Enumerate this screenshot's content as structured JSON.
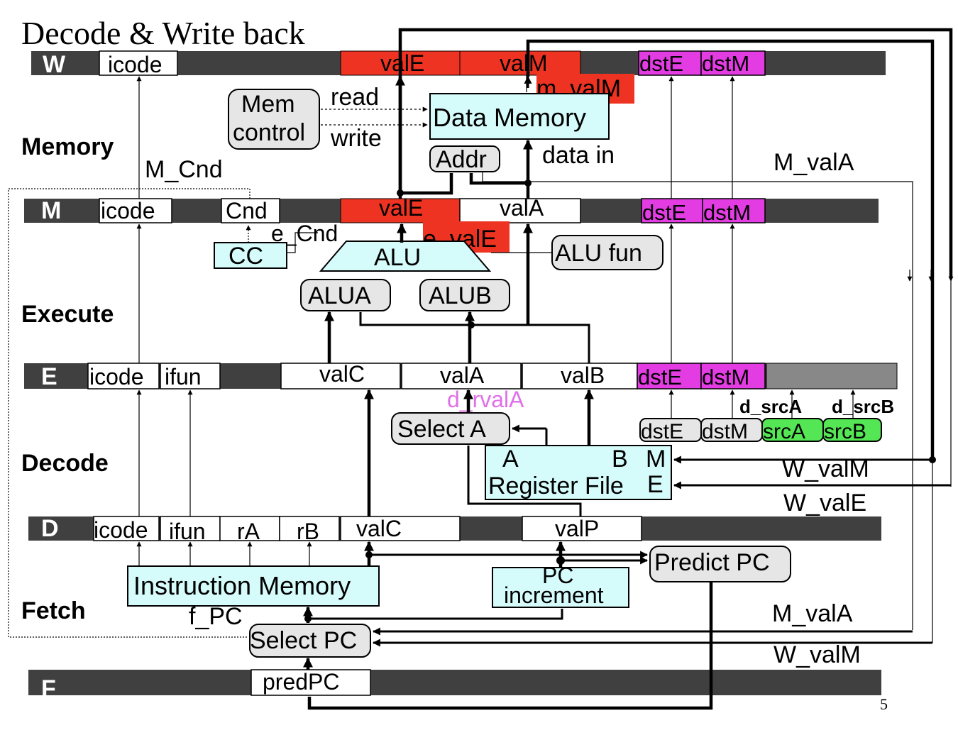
{
  "title": "Decode & Write back",
  "page_number": "5",
  "colors": {
    "bar": "#404040",
    "red": "#ee3322",
    "magenta": "#e23ce2",
    "cyan": "#d6fbfb",
    "gray_pill": "#e6e6e6",
    "green": "#55e655",
    "pink_text": "#e070e8"
  },
  "stages": {
    "memory": "Memory",
    "execute": "Execute",
    "decode": "Decode",
    "fetch": "Fetch"
  },
  "registers": {
    "W": {
      "name": "W",
      "icode": "icode",
      "valE": "valE",
      "valM": "valM",
      "dstE": "dstE",
      "dstM": "dstM"
    },
    "M": {
      "name": "M",
      "icode": "icode",
      "Cnd": "Cnd",
      "valE": "valE",
      "valA": "valA",
      "dstE": "dstE",
      "dstM": "dstM"
    },
    "E": {
      "name": "E",
      "icode": "icode",
      "ifun": "ifun",
      "valC": "valC",
      "valA": "valA",
      "valB": "valB",
      "dstE": "dstE",
      "dstM": "dstM"
    },
    "D": {
      "name": "D",
      "icode": "icode",
      "ifun": "ifun",
      "rA": "rA",
      "rB": "rB",
      "valC": "valC",
      "valP": "valP"
    },
    "F": {
      "name": "F",
      "predPC": "predPC"
    }
  },
  "blocks": {
    "mem_control": [
      "Mem",
      "control"
    ],
    "data_memory": "Data Memory",
    "addr": "Addr",
    "alu": "ALU",
    "cc": "CC",
    "alu_fun": "ALU fun",
    "alua": "ALUA",
    "alub": "ALUB",
    "select_a": "Select A",
    "register_file": {
      "title": "Register File",
      "port_a": "A",
      "port_b": "B",
      "port_m": "M",
      "port_e": "E"
    },
    "dstE": "dstE",
    "dstM": "dstM",
    "srcA": "srcA",
    "srcB": "srcB",
    "instruction_memory": "Instruction Memory",
    "pc_increment": [
      "PC",
      "increment"
    ],
    "predict_pc": "Predict PC",
    "select_pc": "Select PC"
  },
  "signals": {
    "read": "read",
    "write": "write",
    "data_in": "data in",
    "m_valM": "m_valM",
    "e_valE": "e_valE",
    "e_Cnd": "e_Cnd",
    "M_Cnd": "M_Cnd",
    "M_valA_top": "M_valA",
    "M_valA_bottom": "M_valA",
    "d_rvalA": "d_rvalA",
    "d_srcA": "d_srcA",
    "d_srcB": "d_srcB",
    "W_valM_right": "W_valM",
    "W_valE_right": "W_valE",
    "W_valM_bottom": "W_valM",
    "f_PC": "f_PC"
  }
}
